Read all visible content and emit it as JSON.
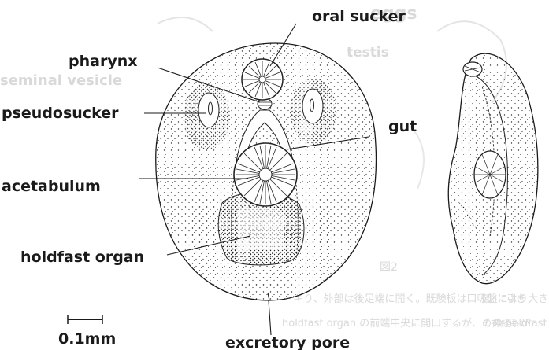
{
  "figure": {
    "labels": {
      "oral_sucker": "oral sucker",
      "pharynx": "pharynx",
      "pseudosucker": "pseudosucker",
      "gut": "gut",
      "acetabulum": "acetabulum",
      "holdfast_organ": "holdfast organ",
      "excretory_pore": "excretory pore",
      "scale_bar": "0.1mm"
    },
    "background_text": {
      "eggs": "eggs",
      "testis": "testis",
      "seminal_vesicle": "seminal vesicle",
      "caption": "図2",
      "lines": [
        "キり、外部は後足端に開く。既験板は口吸盤により大きく",
        "holdfast organ の前端中央に開口するが、その holdfast"
      ],
      "side_lines": [
        "図4に引き",
        "の神経系が"
      ]
    },
    "colors": {
      "ink": "#1a1a1a",
      "ghost": "#d9d9d9",
      "background": "#ffffff"
    }
  }
}
